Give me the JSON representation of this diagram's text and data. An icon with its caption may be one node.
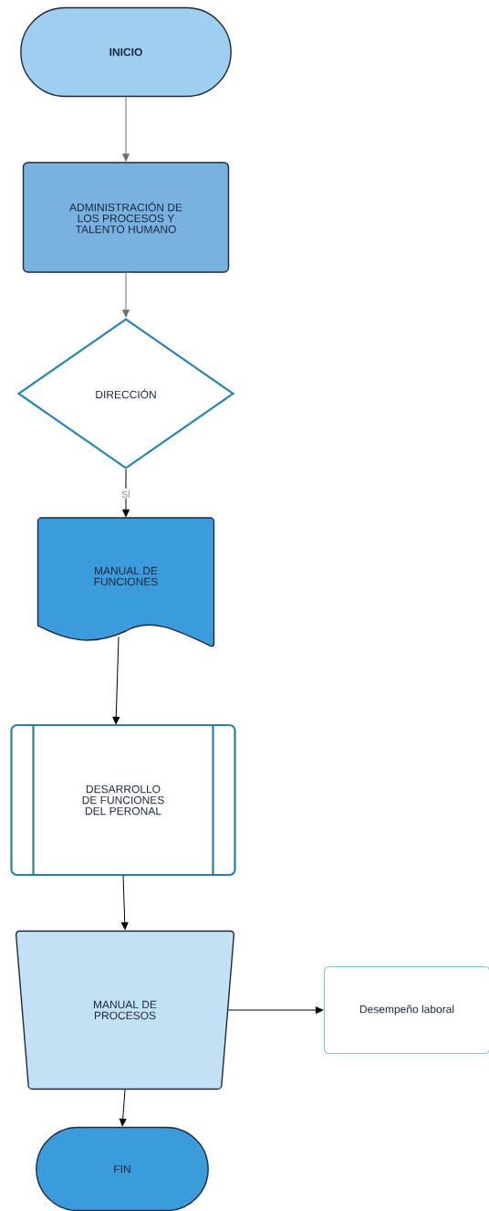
{
  "diagram": {
    "nodes": [
      {
        "text": [
          "**INICIO**"
        ]
      },
      {
        "text": [
          "ADMINISTRACIÓN DE LOS PROCESOS Y TALENTO HUMANO"
        ]
      },
      {
        "text": [
          "DIRECCIÓN"
        ]
      },
      {
        "text": [
          "MANUAL DE FUNCIONES"
        ]
      },
      {
        "text": [
          "DESARROLLO DE FUNCIONES DEL PERONAL"
        ]
      },
      {
        "text": [
          "MANUAL DE PROCESOS"
        ]
      },
      {
        "text": [
          "Desempeño laboral"
        ]
      },
      {
        "text": [
          "FIN"
        ]
      }
    ],
    "edges": [
      {
        "from": 0,
        "to": 1,
        "arrow": "to",
        "color": "#707070"
      },
      {
        "from": 1,
        "to": 2,
        "arrow": "to",
        "color": "#707070"
      },
      {
        "from": 2,
        "to": 3,
        "arrow": "to",
        "label": "SÍ"
      },
      {
        "from": 3,
        "to": 4,
        "arrow": "to"
      },
      {
        "from": 4,
        "to": 5,
        "arrow": "to"
      },
      {
        "from": 5,
        "to": 6,
        "arrow": "to"
      },
      {
        "from": 5,
        "to": 7,
        "arrow": "to"
      }
    ]
  }
}
